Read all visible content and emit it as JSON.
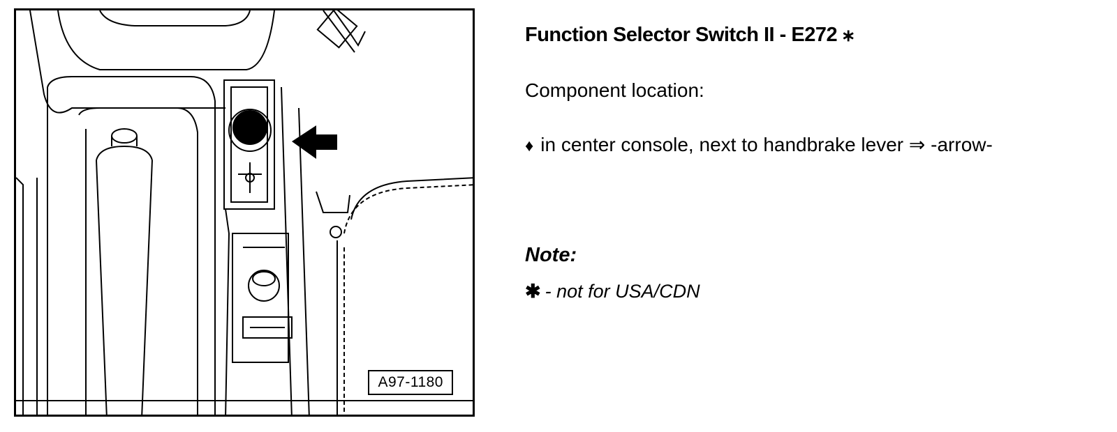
{
  "figure": {
    "label": "A97-1180"
  },
  "content": {
    "title": "Function Selector Switch II - E272",
    "title_marker": "∗",
    "subtitle": "Component location:",
    "bullet_marker": "♦",
    "bullet_text": "in center console, next to handbrake lever ⇒ -arrow-",
    "note_heading": "Note:",
    "note_marker": "✱",
    "note_text": "- not for USA/CDN"
  }
}
